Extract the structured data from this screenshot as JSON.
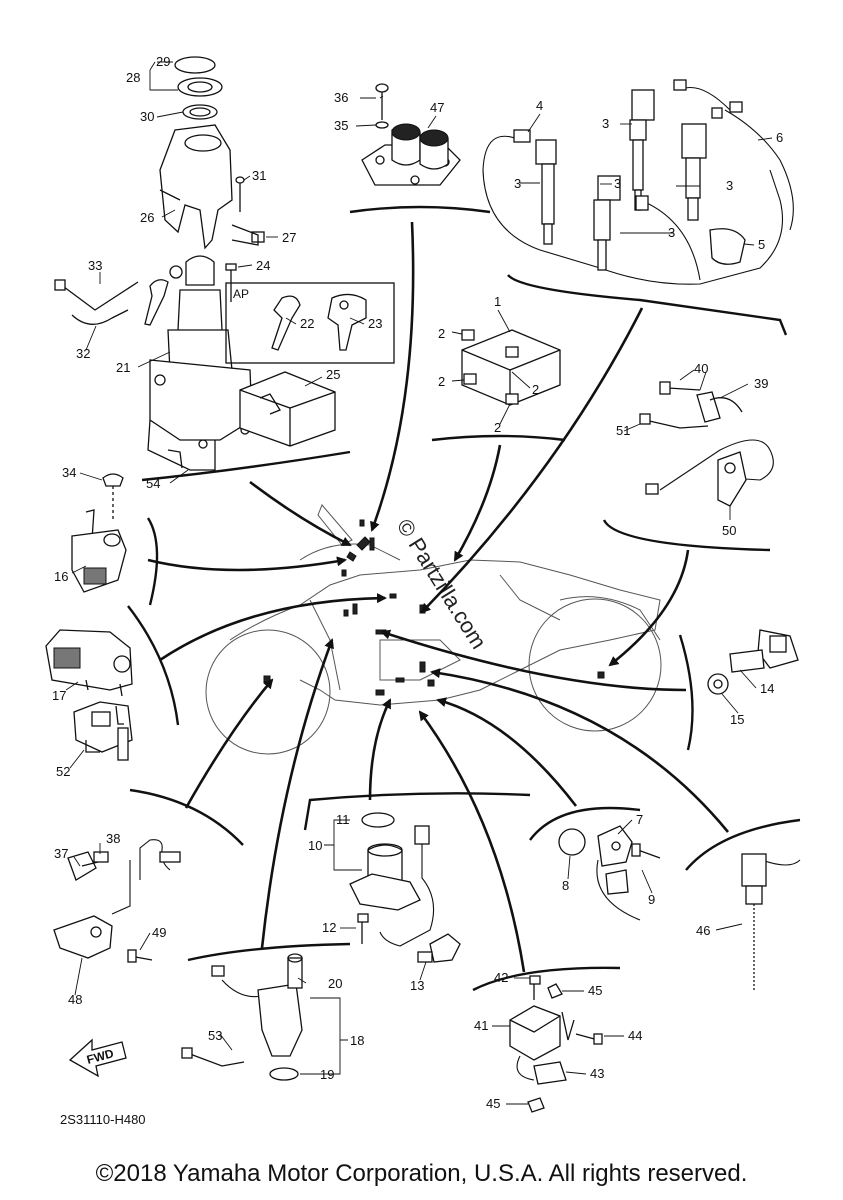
{
  "diagram_code": "2S31110-H480",
  "copyright": "©2018 Yamaha Motor Corporation, U.S.A. All rights reserved.",
  "watermark": "© Partzilla.com",
  "fwd_label": "FWD",
  "ap_label": "AP",
  "callouts": [
    "1",
    "2",
    "3",
    "4",
    "5",
    "6",
    "7",
    "8",
    "9",
    "10",
    "11",
    "12",
    "13",
    "14",
    "15",
    "16",
    "17",
    "18",
    "19",
    "20",
    "21",
    "22",
    "23",
    "24",
    "25",
    "26",
    "27",
    "28",
    "29",
    "30",
    "31",
    "32",
    "33",
    "34",
    "35",
    "36",
    "37",
    "38",
    "39",
    "40",
    "41",
    "42",
    "43",
    "44",
    "45",
    "46",
    "47",
    "48",
    "49",
    "50",
    "51",
    "52",
    "53",
    "54"
  ],
  "accent_color": "#111111"
}
